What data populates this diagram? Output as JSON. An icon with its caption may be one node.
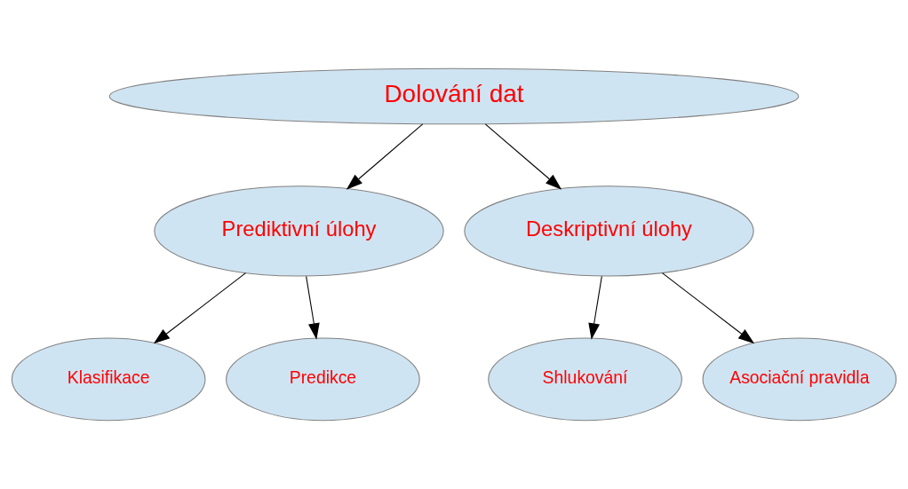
{
  "diagram": {
    "nodes": [
      {
        "text": [
          "Dolování dat"
        ]
      },
      {
        "text": [
          "Prediktivní úlohy"
        ]
      },
      {
        "text": [
          "Deskriptivní úlohy"
        ]
      },
      {
        "text": [
          "Klasifikace"
        ]
      },
      {
        "text": [
          "Predikce"
        ]
      },
      {
        "text": [
          "Shlukování"
        ]
      },
      {
        "text": [
          "Asociační pravidla"
        ]
      }
    ],
    "edges": [
      {
        "from": 0,
        "to": 1,
        "arrow": "to"
      },
      {
        "from": 0,
        "to": 2,
        "arrow": "to"
      },
      {
        "from": 1,
        "to": 3,
        "arrow": "to"
      },
      {
        "from": 1,
        "to": 4,
        "arrow": "to"
      },
      {
        "from": 2,
        "to": 5,
        "arrow": "to"
      },
      {
        "from": 2,
        "to": 6,
        "arrow": "to"
      }
    ]
  }
}
